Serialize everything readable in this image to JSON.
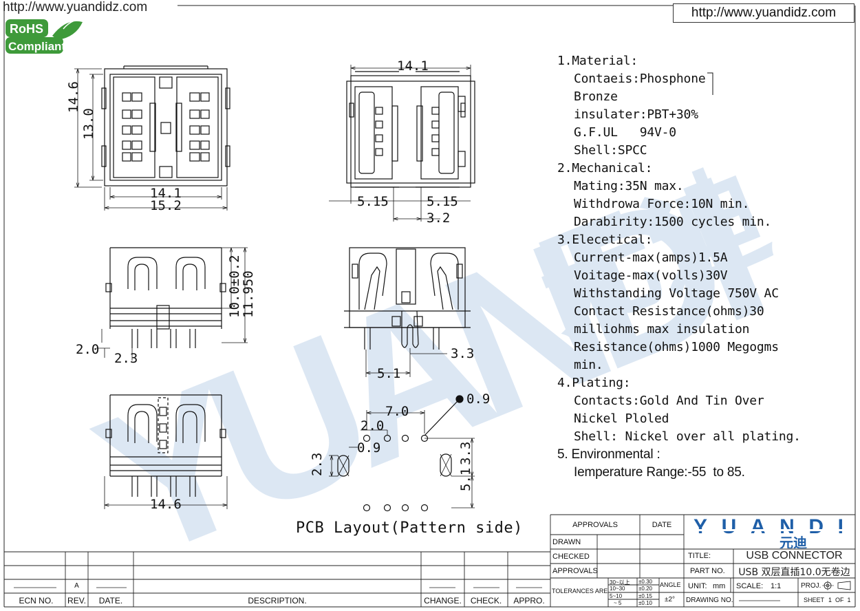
{
  "urls": {
    "left": "http://www.yuandidz.com",
    "right": "http://www.yuandidz.com"
  },
  "rohs": {
    "line1": "RoHS",
    "line2": "Compliant"
  },
  "watermark": {
    "latin": "YUANDI",
    "chinese": "元迪"
  },
  "specs": [
    {
      "title": "1.Material:",
      "lines": [
        "Contaeis:Phosphone",
        "Bronze",
        "insulater:PBT+30%",
        "G.F.UL   94V-0",
        "Shell:SPCC"
      ]
    },
    {
      "title": "2.Mechanical:",
      "lines": [
        "Mating:35N max.",
        "Withdrowa Force:10N min.",
        "Darabirity:1500 cycles min."
      ]
    },
    {
      "title": "3.Elecetical:",
      "lines": [
        "Current-max(amps)1.5A",
        "Voitage-max(volls)30V",
        "Withstanding Voltage 750V AC",
        "Contact Resistance(ohms)30",
        "milliohms max insulation",
        "Resistance(ohms)1000 Megogms",
        "min."
      ]
    },
    {
      "title": "4.Plating:",
      "lines": [
        "Contacts:Gold And Tin Over",
        "Nickel Ploled",
        "Shell: Nickel over all plating."
      ]
    },
    {
      "title": "5. Environmental :",
      "lines": [
        "Iemperature Range:-55  to 85."
      ]
    }
  ],
  "dimensions": {
    "top_left": {
      "h_outer": "14.6",
      "h_inner": "13.0",
      "w_inner": "14.1",
      "w_outer": "15.2"
    },
    "top_right": {
      "w": "14.1",
      "left": "5.15",
      "right": "5.15",
      "pitch": "3.2"
    },
    "side_left": {
      "h1": "10.0±0.2",
      "h2": "11.950",
      "pin": "2.0",
      "pin_w": "2.3"
    },
    "side_right": {
      "offset": "3.3",
      "w": "5.1"
    },
    "bottom_left": {
      "w": "14.6"
    },
    "pcb": {
      "d1": "7.0",
      "d2": "2.0",
      "d3": "0.9",
      "hole": "0.9",
      "slot_h": "2.3",
      "v1": "3.3",
      "v2": "5.1"
    }
  },
  "pcb_caption": "PCB Layout(Pattern side)",
  "title_block": {
    "approvals_header": "APPROVALS",
    "date_header": "DATE",
    "rows": [
      "DRAWN",
      "CHECKED",
      "APPROVALS"
    ],
    "tolerances_label": "TOLERANCES ARE",
    "tolerance_ranges": [
      "30~以上",
      "10~30",
      "5~10",
      "~ 5"
    ],
    "tolerance_values": [
      "±0.30",
      "±0.20",
      "±0.15",
      "±0.10"
    ],
    "angle_label": "ANGLE",
    "angle_value": "±2°",
    "logo_latin": "YUANDI",
    "logo_chinese": "元迪",
    "title_label": "TITLE:",
    "title_value": "USB CONNECTOR",
    "part_label": "PART NO.",
    "part_value": "USB 双层直插10.0无卷边",
    "unit_label": "UNIT:",
    "unit_value": "mm",
    "scale_label": "SCALE:",
    "scale_value": "1:1",
    "proj_label": "PROJ.",
    "drawing_label": "DRAWING NO.",
    "sheet_label": "SHEET",
    "sheet_value": "1  OF  1"
  },
  "revision_table": {
    "headers": [
      "ECN NO.",
      "REV.",
      "DATE.",
      "DESCRIPTION.",
      "CHANGE.",
      "CHECK.",
      "APPRO."
    ],
    "rev_value": "A"
  },
  "colors": {
    "ink": "#111111",
    "logo_blue": "#1f5fa8",
    "rohs_green": "#3e9a3a",
    "watermark": "#2f72b8"
  }
}
